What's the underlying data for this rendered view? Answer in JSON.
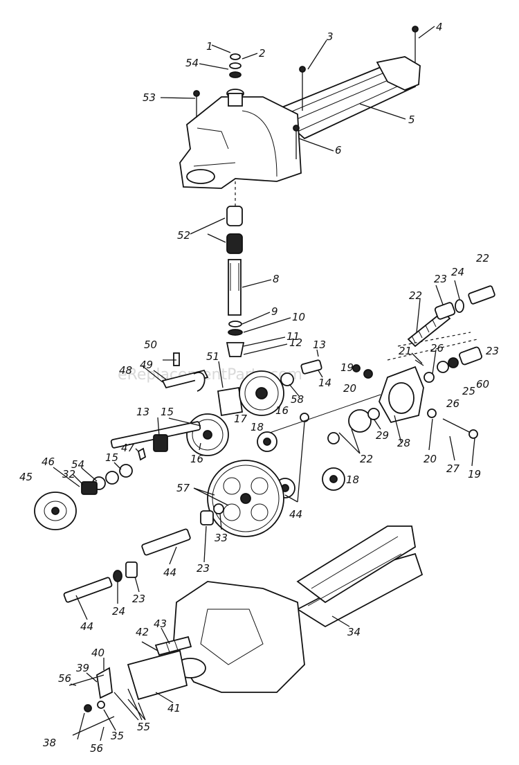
{
  "watermark": "eReplacementParts.com",
  "callouts": [
    {
      "id": "c1",
      "text": "1"
    },
    {
      "id": "c2",
      "text": "2"
    },
    {
      "id": "c3",
      "text": "3"
    },
    {
      "id": "c4",
      "text": "4"
    },
    {
      "id": "c5",
      "text": "5"
    },
    {
      "id": "c6",
      "text": "6"
    },
    {
      "id": "c53",
      "text": "53"
    },
    {
      "id": "c54a",
      "text": "54"
    },
    {
      "id": "c52",
      "text": "52"
    },
    {
      "id": "c8",
      "text": "8"
    },
    {
      "id": "c9",
      "text": "9"
    },
    {
      "id": "c10",
      "text": "10"
    },
    {
      "id": "c11",
      "text": "11"
    },
    {
      "id": "c12",
      "text": "12"
    },
    {
      "id": "c13a",
      "text": "13"
    },
    {
      "id": "c14",
      "text": "14"
    },
    {
      "id": "c19a",
      "text": "19"
    },
    {
      "id": "c20a",
      "text": "20"
    },
    {
      "id": "c22a",
      "text": "22"
    },
    {
      "id": "c22b",
      "text": "22"
    },
    {
      "id": "c23a",
      "text": "23"
    },
    {
      "id": "c24a",
      "text": "24"
    },
    {
      "id": "c21",
      "text": "21"
    },
    {
      "id": "c26a",
      "text": "26"
    },
    {
      "id": "c23b",
      "text": "23"
    },
    {
      "id": "c25",
      "text": "25"
    },
    {
      "id": "c60",
      "text": "60"
    },
    {
      "id": "c26b",
      "text": "26"
    },
    {
      "id": "c50",
      "text": "50"
    },
    {
      "id": "c49",
      "text": "49"
    },
    {
      "id": "c48",
      "text": "48"
    },
    {
      "id": "c51",
      "text": "51"
    },
    {
      "id": "c58",
      "text": "58"
    },
    {
      "id": "c16a",
      "text": "16"
    },
    {
      "id": "c17",
      "text": "17"
    },
    {
      "id": "c18a",
      "text": "18"
    },
    {
      "id": "c13b",
      "text": "13"
    },
    {
      "id": "c15a",
      "text": "15"
    },
    {
      "id": "c16b",
      "text": "16"
    },
    {
      "id": "c47",
      "text": "47"
    },
    {
      "id": "c15b",
      "text": "15"
    },
    {
      "id": "c54b",
      "text": "54"
    },
    {
      "id": "c32",
      "text": "32"
    },
    {
      "id": "c46",
      "text": "46"
    },
    {
      "id": "c45",
      "text": "45"
    },
    {
      "id": "c29",
      "text": "29"
    },
    {
      "id": "c28",
      "text": "28"
    },
    {
      "id": "c22c",
      "text": "22"
    },
    {
      "id": "c20b",
      "text": "20"
    },
    {
      "id": "c27",
      "text": "27"
    },
    {
      "id": "c19b",
      "text": "19"
    },
    {
      "id": "c18b",
      "text": "18"
    },
    {
      "id": "c44a",
      "text": "44"
    },
    {
      "id": "c57",
      "text": "57"
    },
    {
      "id": "c33",
      "text": "33"
    },
    {
      "id": "c23c",
      "text": "23"
    },
    {
      "id": "c44b",
      "text": "44"
    },
    {
      "id": "c24b",
      "text": "24"
    },
    {
      "id": "c23d",
      "text": "23"
    },
    {
      "id": "c44c",
      "text": "44"
    },
    {
      "id": "c34",
      "text": "34"
    },
    {
      "id": "c42",
      "text": "42"
    },
    {
      "id": "c43",
      "text": "43"
    },
    {
      "id": "c40",
      "text": "40"
    },
    {
      "id": "c39",
      "text": "39"
    },
    {
      "id": "c56a",
      "text": "56"
    },
    {
      "id": "c41",
      "text": "41"
    },
    {
      "id": "c55",
      "text": "55"
    },
    {
      "id": "c38",
      "text": "38"
    },
    {
      "id": "c35",
      "text": "35"
    },
    {
      "id": "c56b",
      "text": "56"
    }
  ]
}
